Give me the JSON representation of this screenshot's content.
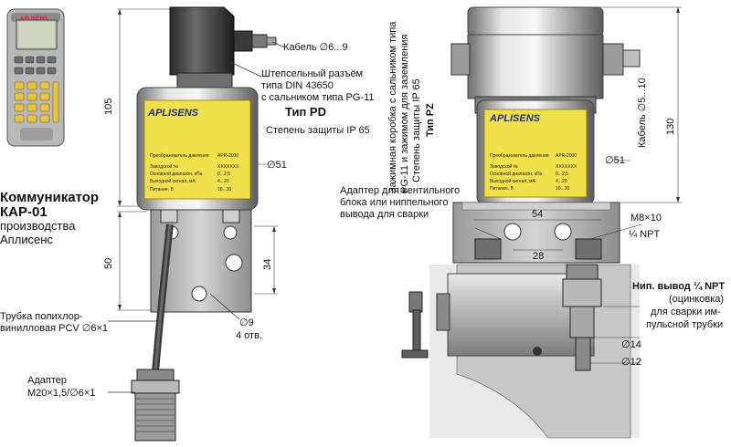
{
  "communicator": {
    "title_line1": "Коммуникатор",
    "title_line2": "КАР-01",
    "subtitle_line1": "производства",
    "subtitle_line2": "Аплисенс",
    "screen_text": "APLISENS"
  },
  "pd": {
    "cable_label": "Кабель ∅6...9",
    "connector_line1": "Штепсельный разъём",
    "connector_line2": "типа DIN 43650",
    "connector_line3": "с сальником типа PG-11",
    "type_label": "Тип PD",
    "protection_label": "Степень защиты IP 65",
    "dia51": "∅51",
    "dim105": "105",
    "dim50": "50",
    "dim34": "34",
    "hole_dia": "∅9",
    "holes_count": "4 отв.",
    "tube_line1": "Трубка полихлор-",
    "tube_line2": "винилловая PCV ∅6×1",
    "adapter_line1": "Адаптер",
    "adapter_line2": "М20×1,5/∅6×1"
  },
  "pz": {
    "vertical_line1": "Зажимная коробка с сальником типа",
    "vertical_line2": "PG-11 и зажимом для заземления",
    "vertical_line3": "Степень защиты IP 65",
    "type_label": "Тип PZ",
    "cable_label": "Кабель ∅5...10",
    "dim130": "130",
    "dia51": "∅51",
    "adapter_line1": "Адаптер для вентильного",
    "adapter_line2": "блока или ниппельного",
    "adapter_line3": "вывода для сварки",
    "dim54": "54",
    "dim28": "28",
    "thread_m8": "M8×10",
    "thread_npt": "¼ NPT",
    "nipple_line1": "Нип. вывод ¼ NPT",
    "nipple_line2": "(оцинковка)",
    "nipple_line3": "для сварки им-",
    "nipple_line4": "пульсной трубки",
    "dia14": "∅14",
    "dia12": "∅12"
  },
  "plate": {
    "logo": "APLISENS",
    "title": "Преобразователь давления",
    "model_pd": "APR-2000",
    "model_pz": "APR-2000",
    "row1_label": "Заводской №",
    "row1_value": "XXXXXXX",
    "row2_label": "Основной диапазон, кПа",
    "row2_value": "0...2,5",
    "row3_label": "Выходной сигнал, мА",
    "row3_value": "4...20",
    "row4_label": "Питание, В",
    "row4_value": "10...30"
  },
  "colors": {
    "accent_yellow": "#f2e04a",
    "body_gray": "#b9b9b9",
    "ink": "#111111"
  }
}
